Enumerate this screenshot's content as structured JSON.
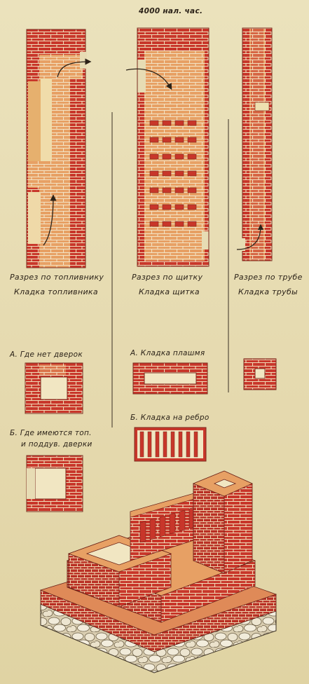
{
  "header": {
    "code": "4000 нал. час."
  },
  "sections": {
    "firebox": {
      "caption": "Разрез по топливнику",
      "title": "Кладка топливника"
    },
    "shield": {
      "caption": "Разрез по щитку",
      "title": "Кладка щитка"
    },
    "chimney": {
      "caption": "Разрез по трубе",
      "title": "Кладка трубы"
    }
  },
  "details": {
    "a_no_doors": "А. Где нет дверок",
    "b_doors_line1": "Б. Где имеются топ.",
    "b_doors_line2": "и поддув. дверки",
    "a_flat": "А. Кладка плашмя",
    "b_edge": "Б. Кладка на ребро"
  },
  "colors": {
    "brick_red": "#c8362a",
    "brick_light": "#e7a064",
    "mortar": "#f0dcb8",
    "paper": "#e7dcb4",
    "ink": "#2b2218",
    "stone": "#efe8d6"
  }
}
